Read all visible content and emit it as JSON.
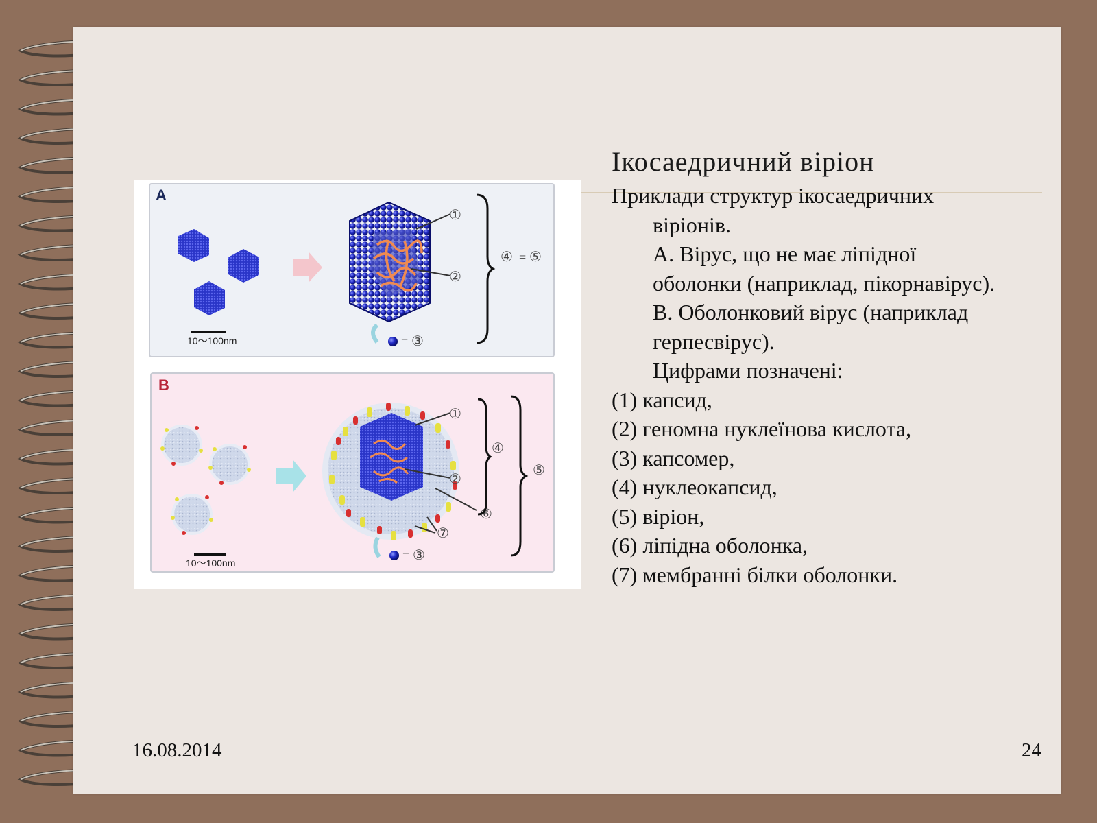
{
  "slide": {
    "title": "Ікосаедричний віріон",
    "date": "16.08.2014",
    "page_number": "24",
    "intro_line1": "Приклади структур ікосаедричних",
    "intro_line2": "віріонів.",
    "item_a_line1": "А. Вірус, що не має ліпідної",
    "item_a_line2": "оболонки (наприклад, пікорнавірус).",
    "item_b_line1": "В. Оболонковий вірус (наприклад",
    "item_b_line2": "герпесвірус).",
    "legend_intro": "Цифрами позначені:",
    "legend": [
      "(1) капсид,",
      "(2) геномна нуклеїнова кислота,",
      "(3) капсомер,",
      "(4) нуклеокапсид,",
      "(5) віріон,",
      "(6) ліпідна оболонка,",
      "(7) мембранні білки оболонки."
    ]
  },
  "figure": {
    "panel_a_label": "A",
    "panel_b_label": "B",
    "scale_label": "10～100nm",
    "mark1": "①",
    "mark2": "②",
    "mark3": "③",
    "mark4": "④",
    "mark5": "⑤",
    "mark6": "⑥",
    "mark7": "⑦",
    "equals": "=",
    "colors": {
      "panel_a_bg": "#eef1f6",
      "panel_b_bg": "#fbe8f0",
      "capsid_blue": "#1a22b8",
      "genome_orange": "#f08a50",
      "label_a": "#1c2a5a",
      "label_b": "#b8253a"
    }
  }
}
